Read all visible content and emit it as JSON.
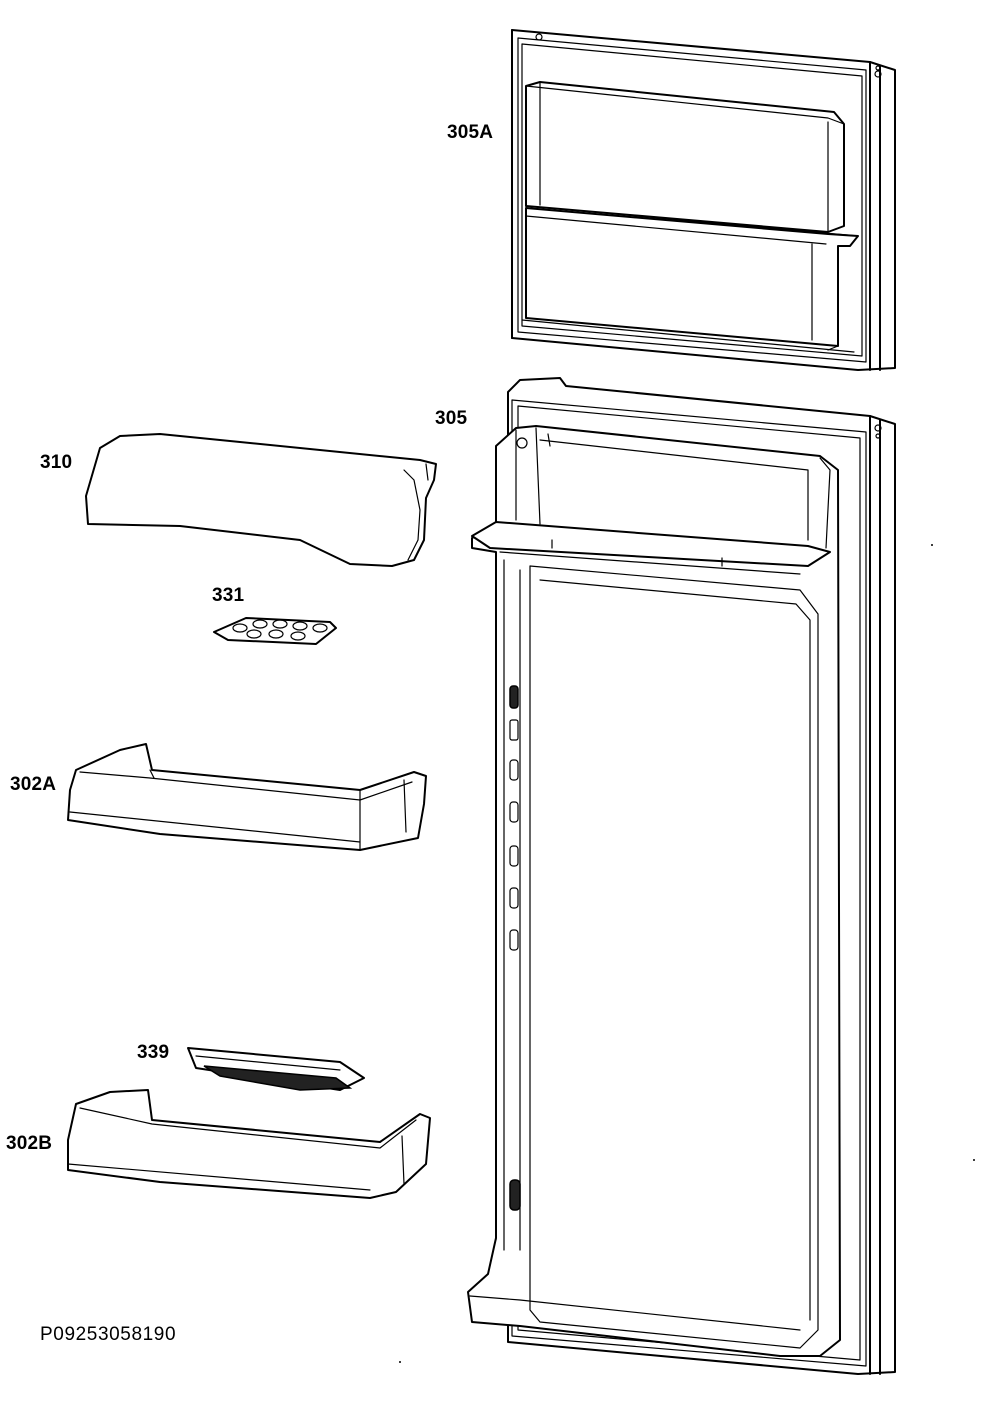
{
  "diagram": {
    "parts": {
      "p305A": "305A",
      "p305": "305",
      "p310": "310",
      "p331": "331",
      "p302A": "302A",
      "p339": "339",
      "p302B": "302B"
    },
    "reference_code": "P09253058190"
  }
}
